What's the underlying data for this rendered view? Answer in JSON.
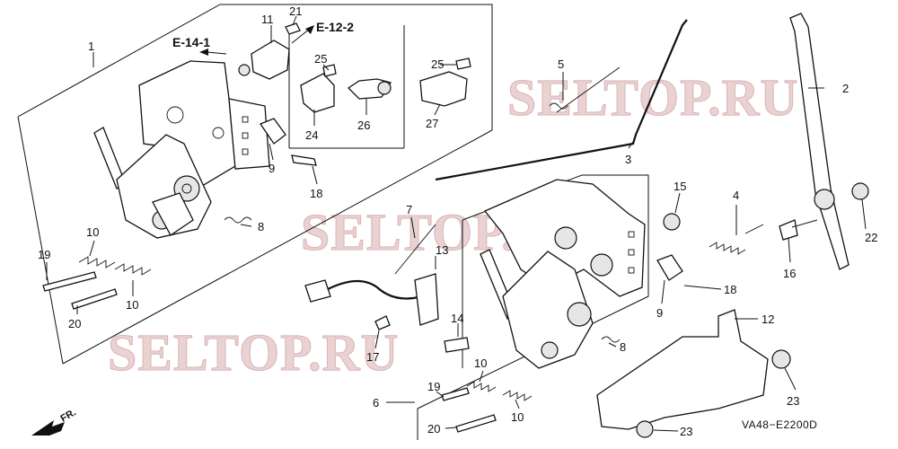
{
  "watermarks": [
    "SELTOP.RU",
    "SELTOP.RU",
    "SELTOP.RU"
  ],
  "diagram_code": "VA48−E2200D",
  "front_marker": "FR.",
  "references": [
    "E-14-1",
    "E-12-2"
  ],
  "callouts": [
    {
      "id": "c1",
      "text": "1"
    },
    {
      "id": "c2",
      "text": "2"
    },
    {
      "id": "c3",
      "text": "3"
    },
    {
      "id": "c4",
      "text": "4"
    },
    {
      "id": "c5",
      "text": "5"
    },
    {
      "id": "c6",
      "text": "6"
    },
    {
      "id": "c7",
      "text": "7"
    },
    {
      "id": "c8a",
      "text": "8"
    },
    {
      "id": "c8b",
      "text": "8"
    },
    {
      "id": "c9a",
      "text": "9"
    },
    {
      "id": "c9b",
      "text": "9"
    },
    {
      "id": "c10a",
      "text": "10"
    },
    {
      "id": "c10b",
      "text": "10"
    },
    {
      "id": "c10c",
      "text": "10"
    },
    {
      "id": "c10d",
      "text": "10"
    },
    {
      "id": "c11",
      "text": "11"
    },
    {
      "id": "c12",
      "text": "12"
    },
    {
      "id": "c13",
      "text": "13"
    },
    {
      "id": "c14",
      "text": "14"
    },
    {
      "id": "c15",
      "text": "15"
    },
    {
      "id": "c16",
      "text": "16"
    },
    {
      "id": "c17",
      "text": "17"
    },
    {
      "id": "c18a",
      "text": "18"
    },
    {
      "id": "c18b",
      "text": "18"
    },
    {
      "id": "c19a",
      "text": "19"
    },
    {
      "id": "c19b",
      "text": "19"
    },
    {
      "id": "c20a",
      "text": "20"
    },
    {
      "id": "c20b",
      "text": "20"
    },
    {
      "id": "c21",
      "text": "21"
    },
    {
      "id": "c22",
      "text": "22"
    },
    {
      "id": "c23a",
      "text": "23"
    },
    {
      "id": "c23b",
      "text": "23"
    },
    {
      "id": "c24",
      "text": "24"
    },
    {
      "id": "c25a",
      "text": "25"
    },
    {
      "id": "c25b",
      "text": "25"
    },
    {
      "id": "c26",
      "text": "26"
    },
    {
      "id": "c27",
      "text": "27"
    }
  ]
}
